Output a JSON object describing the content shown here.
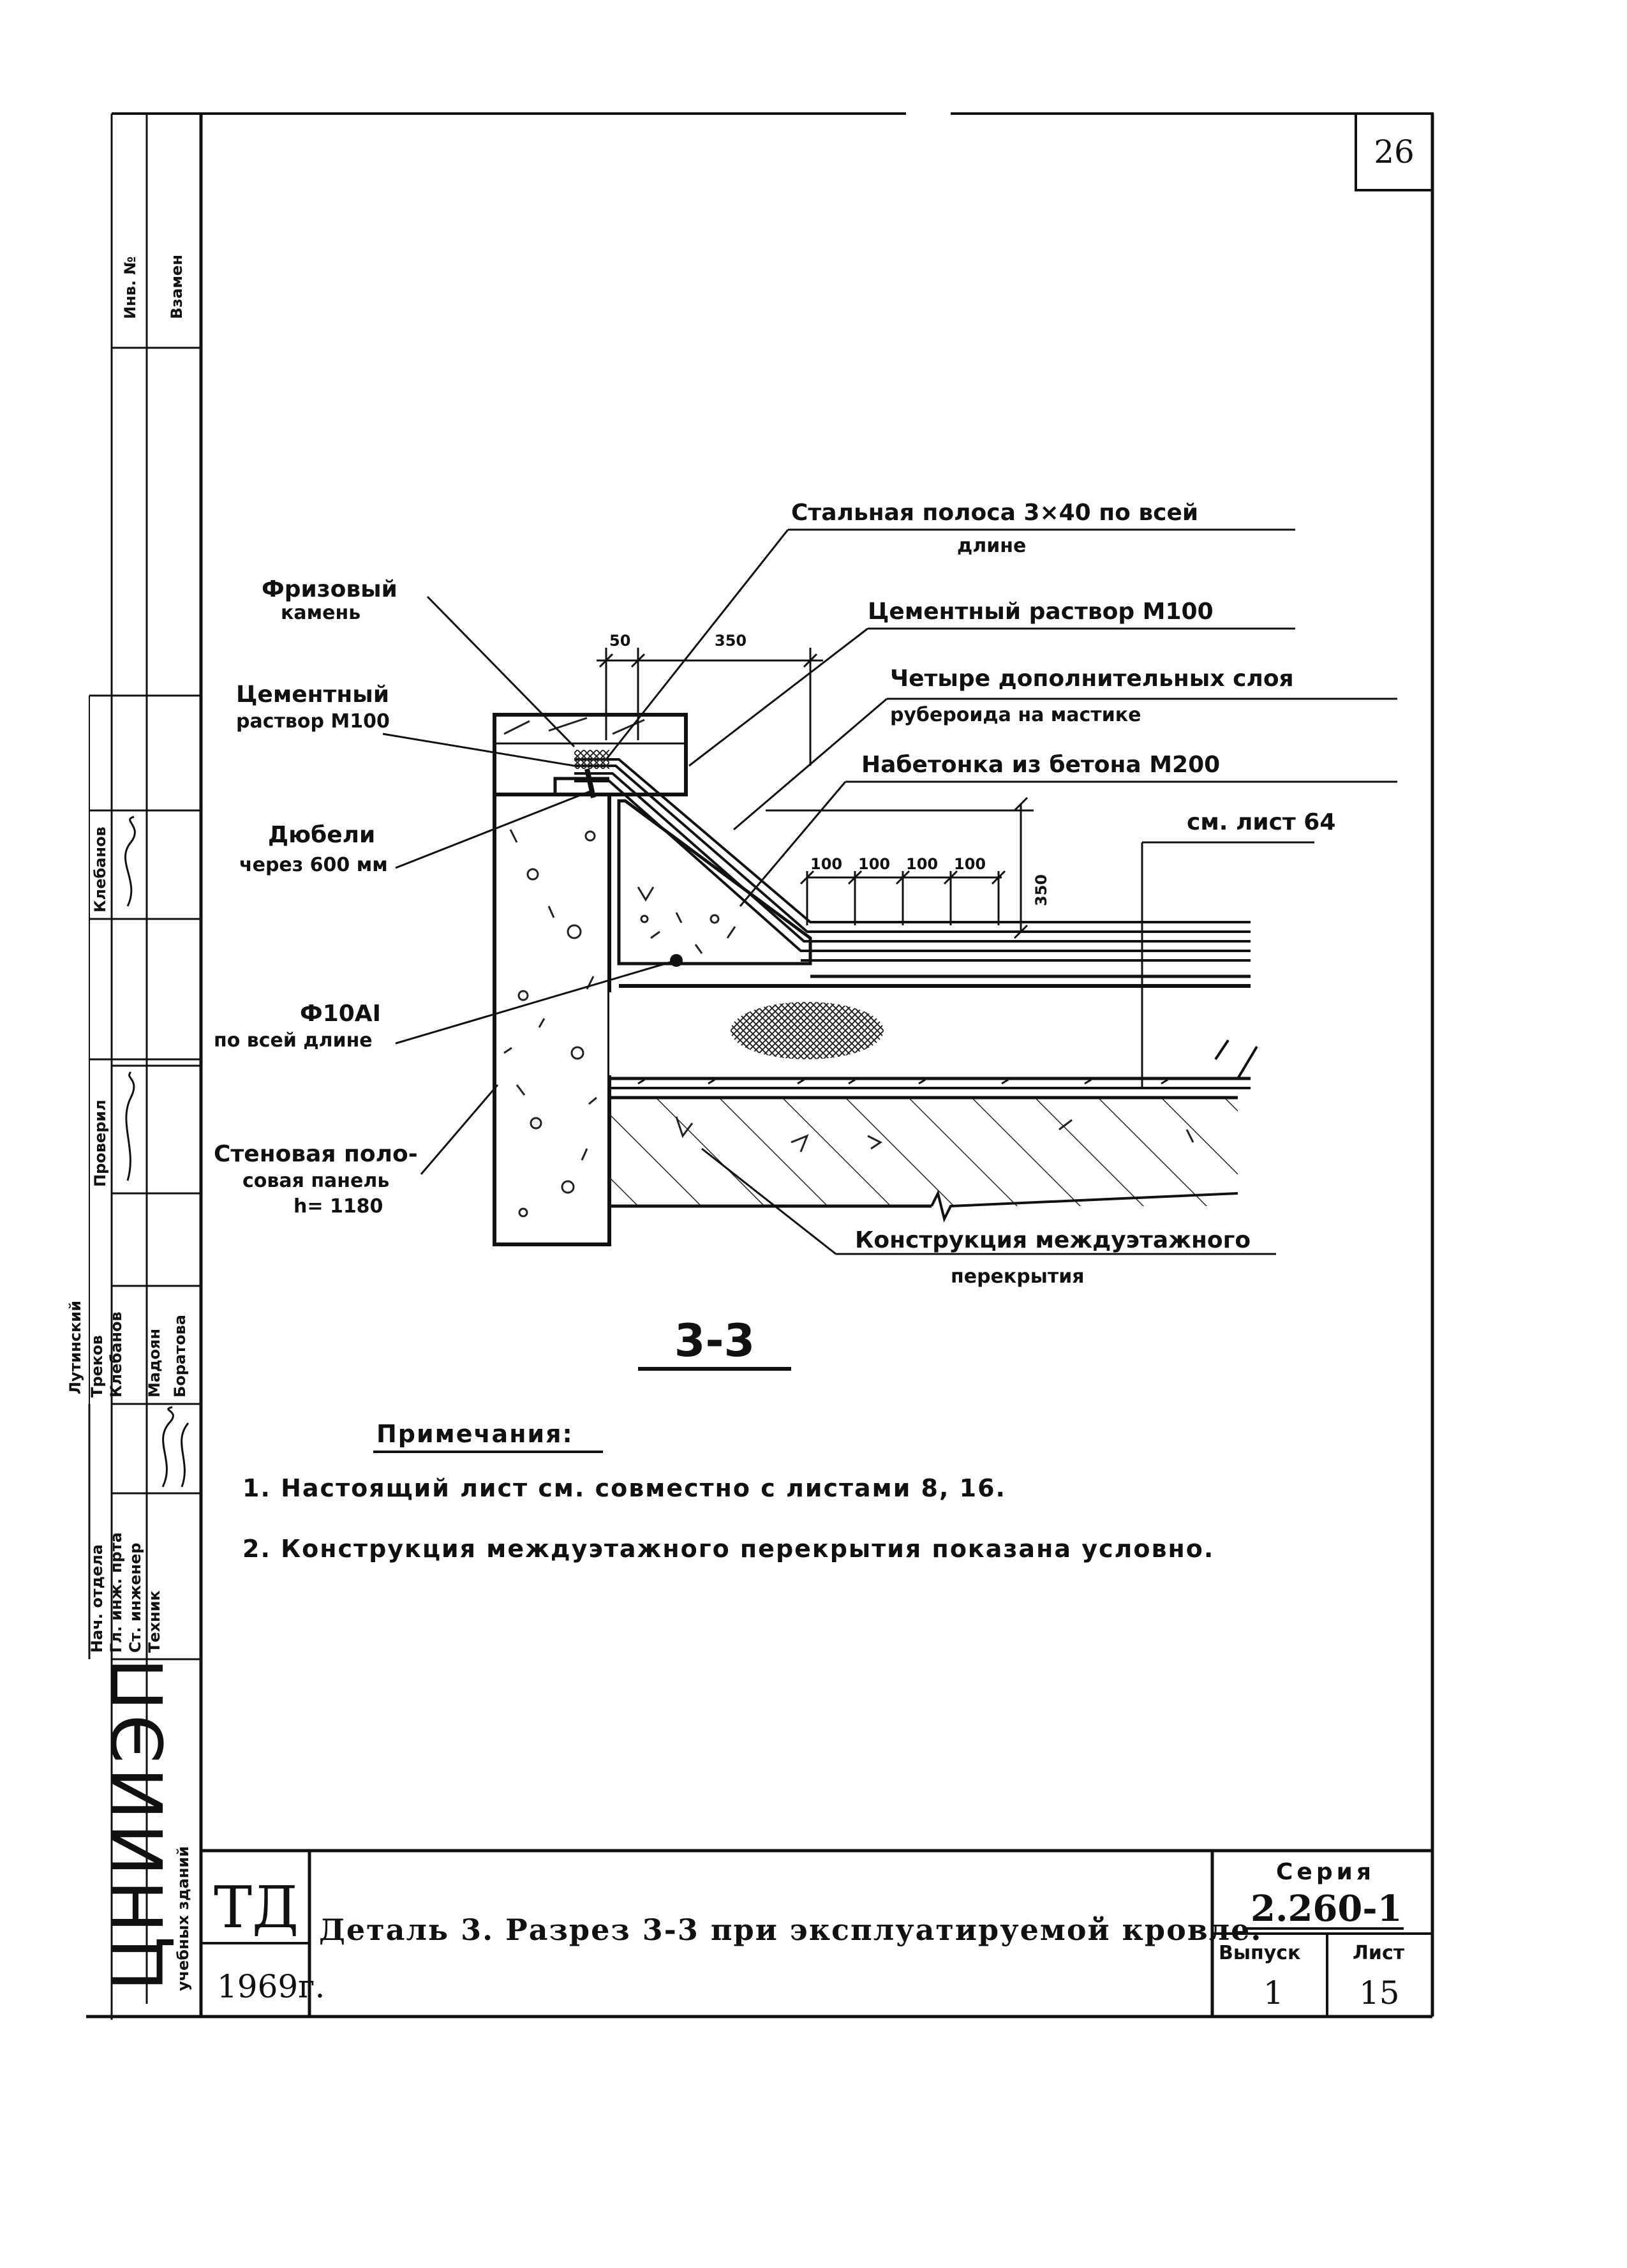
{
  "page_number": "26",
  "section_mark": "3-3",
  "labels": {
    "steel_strip_1": "Стальная полоса 3×40 по всей",
    "steel_strip_2": "длине",
    "frieze_stone_1": "Фризовый",
    "frieze_stone_2": "камень",
    "cement_mortar_top": "Цементный раствор М100",
    "four_layers_1": "Четыре дополнительных слоя",
    "four_layers_2": "рубероида на мастике",
    "concrete_topping": "Набетонка из бетона М200",
    "see_sheet": "см. лист 64",
    "cement_mortar_left_1": "Цементный",
    "cement_mortar_left_2": "раствор М100",
    "dowels_1": "Дюбели",
    "dowels_2": "через 600 мм",
    "rebar_1": "Ф10АI",
    "rebar_2": "по всей длине",
    "wall_panel_1": "Стеновая поло-",
    "wall_panel_2": "совая панель",
    "wall_panel_3": "h= 1180",
    "floor_construction_1": "Конструкция междуэтажного",
    "floor_construction_2": "перекрытия"
  },
  "dimensions": {
    "d50": "50",
    "d350_top": "350",
    "d100_a": "100",
    "d100_b": "100",
    "d100_c": "100",
    "d100_d": "100",
    "d350_vert": "350"
  },
  "notes": {
    "heading": "Примечания:",
    "items": [
      "1. Настоящий лист см. совместно с листами 8, 16.",
      "2. Конструкция междуэтажного перекрытия показана условно."
    ]
  },
  "side_stamp": {
    "inv_no": "Инв. №",
    "replaces": "Взамен",
    "roles": [
      "Нач. отдела",
      "Гл. инж. прта",
      "Ст. инженер",
      "Техник"
    ],
    "names": [
      "Треков",
      "Клебанов",
      "Мадоян",
      "Боратова"
    ],
    "checked": "Проверил",
    "author": "Клебанов",
    "organization": "ЦНИИЭП",
    "organization_sub": "учебных зданий",
    "lutinsky": "Лутинский"
  },
  "title_block": {
    "td": "ТД",
    "year": "1969г.",
    "title": "Деталь 3.   Разрез 3-3 при эксплуатируемой кровле.",
    "series_label": "Серия",
    "series_value": "2.260-1",
    "issue_label": "Выпуск",
    "issue_value": "1",
    "sheet_label": "Лист",
    "sheet_value": "15"
  }
}
